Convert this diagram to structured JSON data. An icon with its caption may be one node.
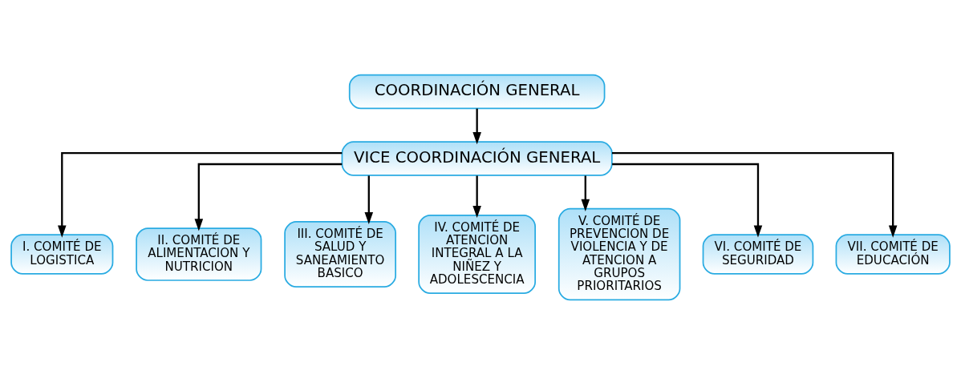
{
  "diagram": {
    "nodes": [
      {
        "text": [
          "COORDINACIÓN GENERAL"
        ]
      },
      {
        "text": [
          "VICE COORDINACIÓN GENERAL"
        ]
      },
      {
        "text": [
          "I. COMITÉ DE LOGISTICA"
        ]
      },
      {
        "text": [
          "II. COMITÉ DE ALIMENTACION Y NUTRICION"
        ]
      },
      {
        "text": [
          "III. COMITÉ DE SALUD Y SANEAMIENTO BASICO"
        ]
      },
      {
        "text": [
          "IV. COMITÉ DE ATENCION INTEGRAL A LA NIÑEZ Y ADOLESCENCIA"
        ]
      },
      {
        "text": [
          "V. COMITÉ DE PREVENCION DE VIOLENCIA Y DE ATENCION A GRUPOS PRIORITARIOS"
        ]
      },
      {
        "text": [
          "VI. COMITÉ DE SEGURIDAD"
        ]
      },
      {
        "text": [
          "VII. COMITÉ DE EDUCACIÓN"
        ]
      }
    ],
    "edges": [
      {
        "from": 0,
        "to": 1,
        "arrow": "to"
      },
      {
        "from": 1,
        "to": 2,
        "arrow": "to"
      },
      {
        "from": 1,
        "to": 3,
        "arrow": "to"
      },
      {
        "from": 1,
        "to": 4,
        "arrow": "to"
      },
      {
        "from": 1,
        "to": 5,
        "arrow": "to"
      },
      {
        "from": 1,
        "to": 6,
        "arrow": "to"
      },
      {
        "from": 1,
        "to": 7,
        "arrow": "to"
      },
      {
        "from": 1,
        "to": 8,
        "arrow": "to"
      }
    ]
  }
}
